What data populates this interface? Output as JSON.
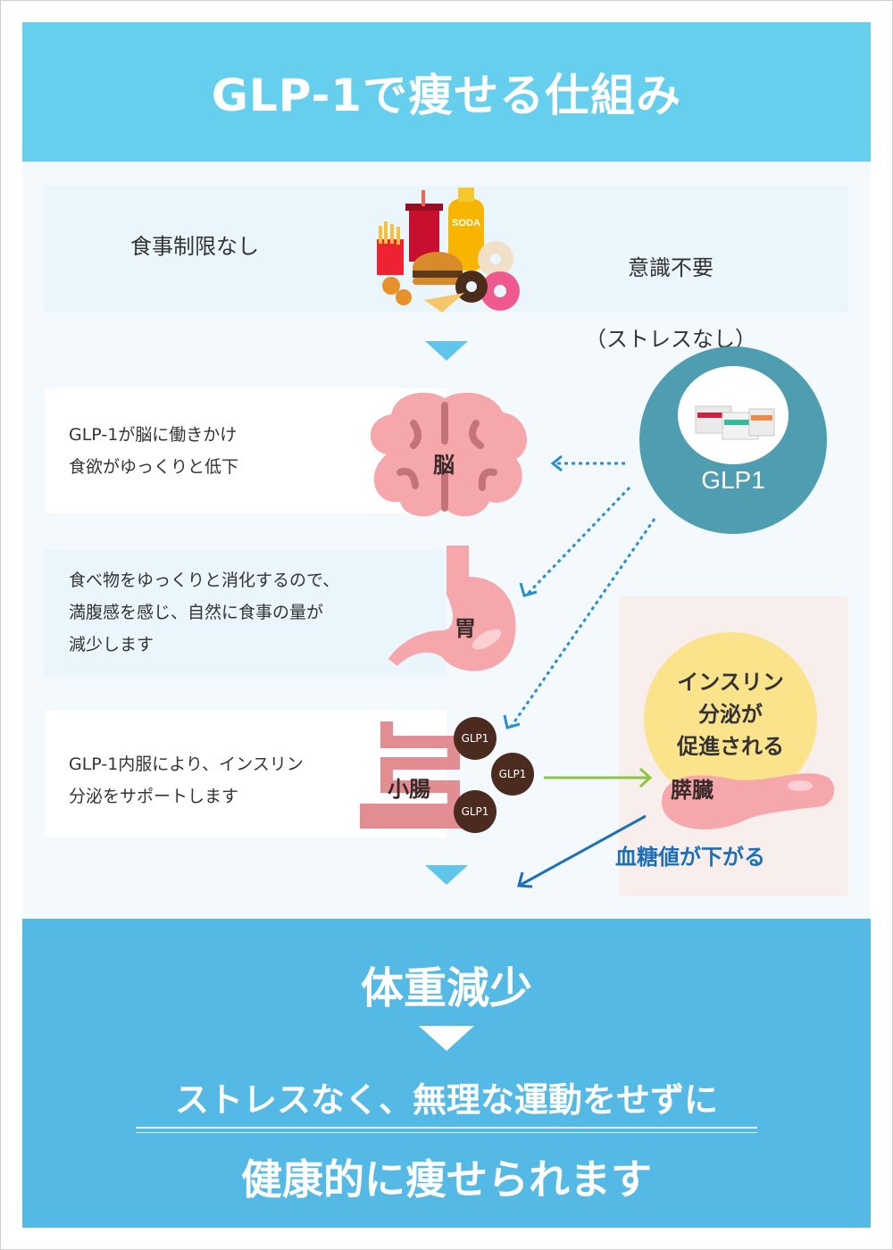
{
  "header": {
    "title": "GLP-1で痩せる仕組み"
  },
  "intro": {
    "left_text": "食事制限なし",
    "right_line1": "意識不要",
    "right_line2": "（ストレスなし）",
    "food_soda_label": "SODA"
  },
  "glp_circle": {
    "label": "GLP1"
  },
  "brain": {
    "text": "GLP-1が脳に働きかけ\n食欲がゆっくりと低下",
    "label": "脳"
  },
  "stomach": {
    "text": "食べ物をゆっくりと消化するので、\n満腹感を感じ、自然に食事の量が\n減少します",
    "label": "胃"
  },
  "intestine": {
    "text": "GLP-1内服により、インスリン\n分泌をサポートします",
    "label": "小腸",
    "pills": [
      "GLP1",
      "GLP1",
      "GLP1"
    ]
  },
  "pancreas": {
    "insulin_text": "インスリン\n分泌が\n促進される",
    "label": "膵臓",
    "blood_sugar": "血糖値が下がる"
  },
  "footer": {
    "result": "体重減少",
    "line1": "ストレスなく、無理な運動をせずに",
    "line2": "健康的に痩せられます"
  },
  "colors": {
    "header_bg": "#67cfee",
    "footer_bg": "#55b9e6",
    "glp_circle": "#4f9db0",
    "organ_pink": "#f4a4a8",
    "pill_brown": "#4b2a20",
    "arrow_blue": "#2a8fcf",
    "arrow_green": "#8cc63f",
    "blood_sugar_text": "#1d6fb8",
    "insulin_circle": "#fbe38c"
  }
}
